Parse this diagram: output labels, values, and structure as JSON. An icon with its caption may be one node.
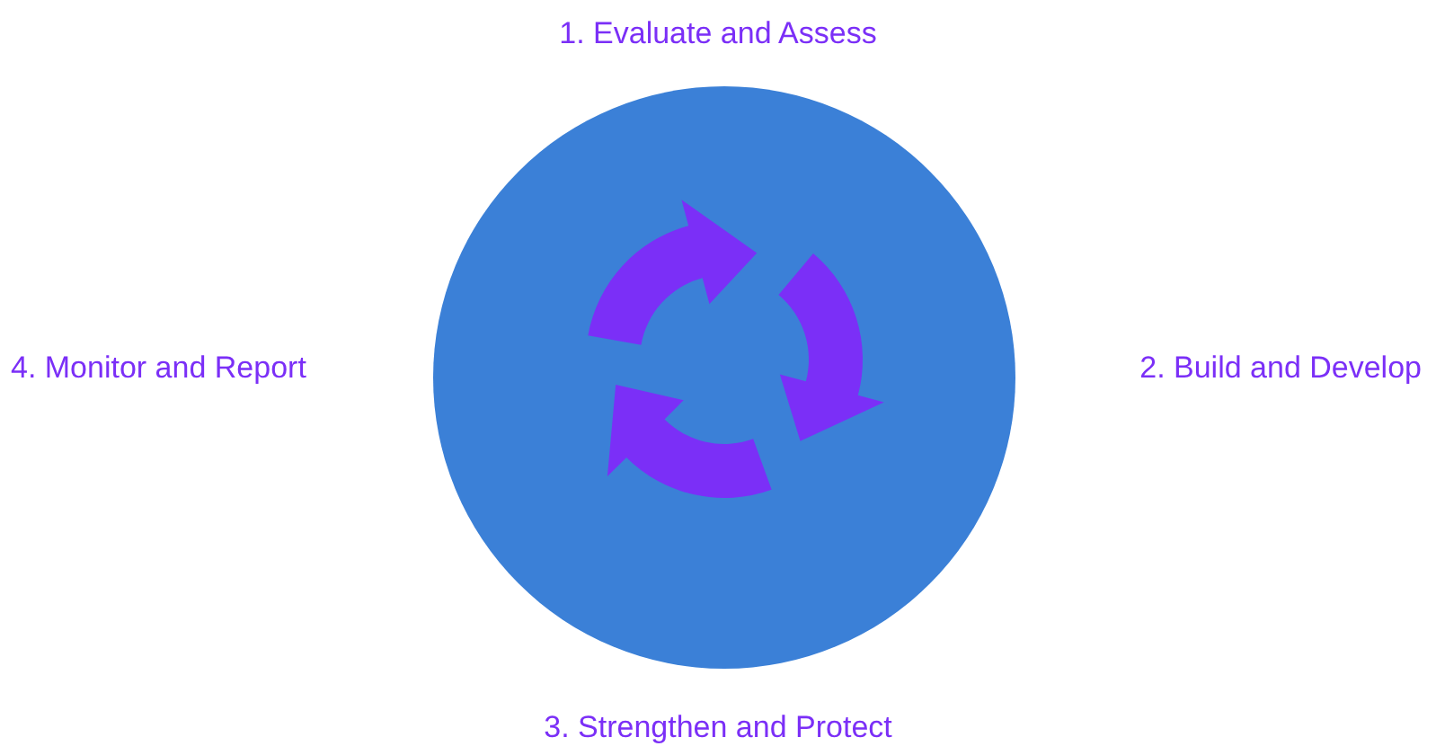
{
  "diagram": {
    "labels": [
      "1. Evaluate and Assess",
      "2. Build and Develop",
      "3. Strengthen and Protect",
      "4. Monitor and Report"
    ]
  }
}
